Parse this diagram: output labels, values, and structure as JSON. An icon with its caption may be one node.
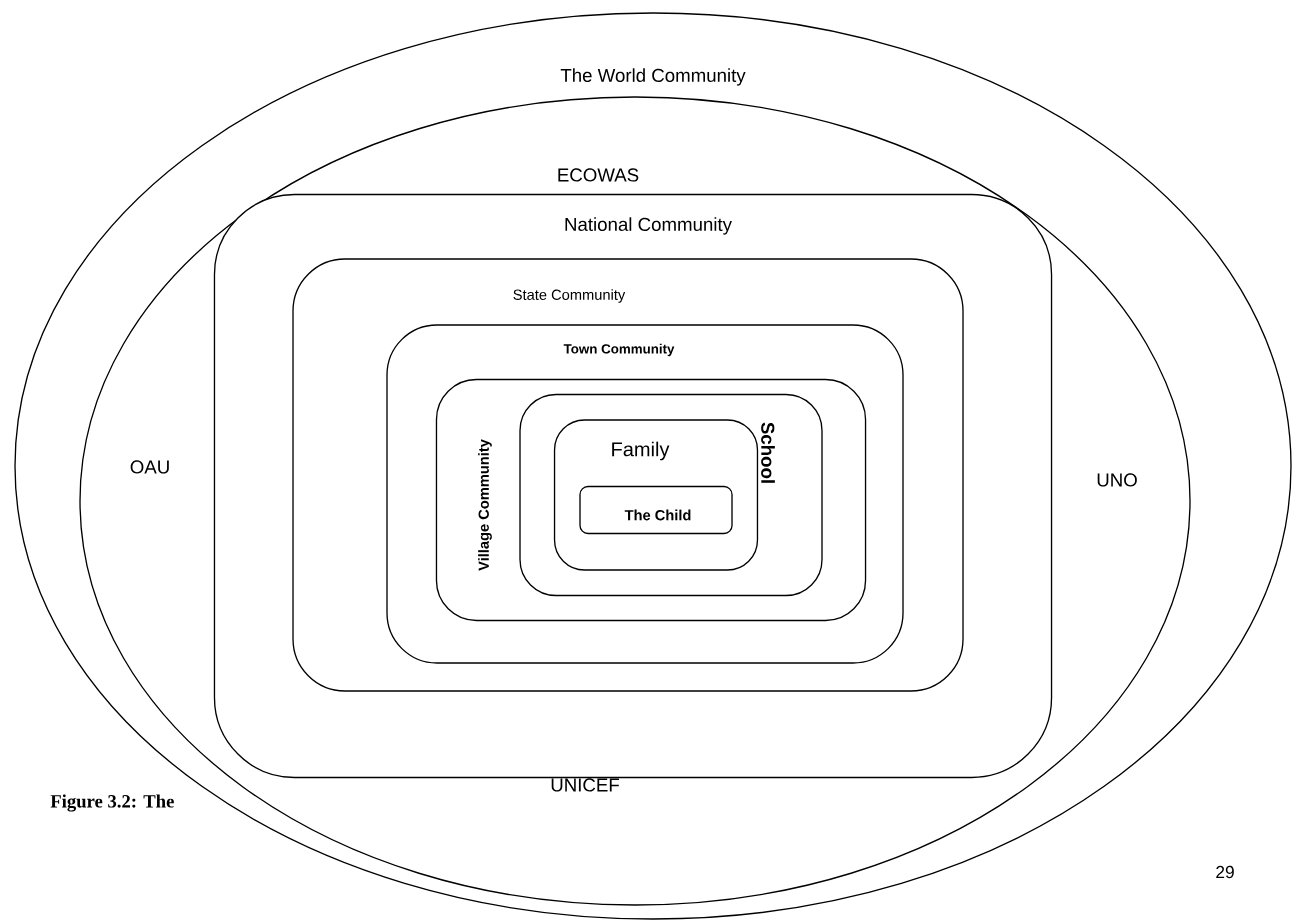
{
  "diagram": {
    "caption": "Figure 3.2: The",
    "nodes": [
      {
        "text": [
          "The World Community"
        ]
      },
      {
        "text": [
          "ECOWAS",
          "OAU",
          "UNO",
          "UNICEF"
        ],
        "in": 0
      },
      {
        "text": [
          "National Community"
        ],
        "in": 1
      },
      {
        "text": [
          "State Community"
        ],
        "in": 2
      },
      {
        "text": [
          "Town Community"
        ],
        "in": 3
      },
      {
        "text": [
          "Village Community"
        ],
        "in": 4
      },
      {
        "text": [
          "School"
        ],
        "in": 5
      },
      {
        "text": [
          "Family"
        ],
        "in": 6
      },
      {
        "text": [
          "The Child"
        ],
        "in": 7
      }
    ],
    "labels": [
      "29"
    ]
  }
}
